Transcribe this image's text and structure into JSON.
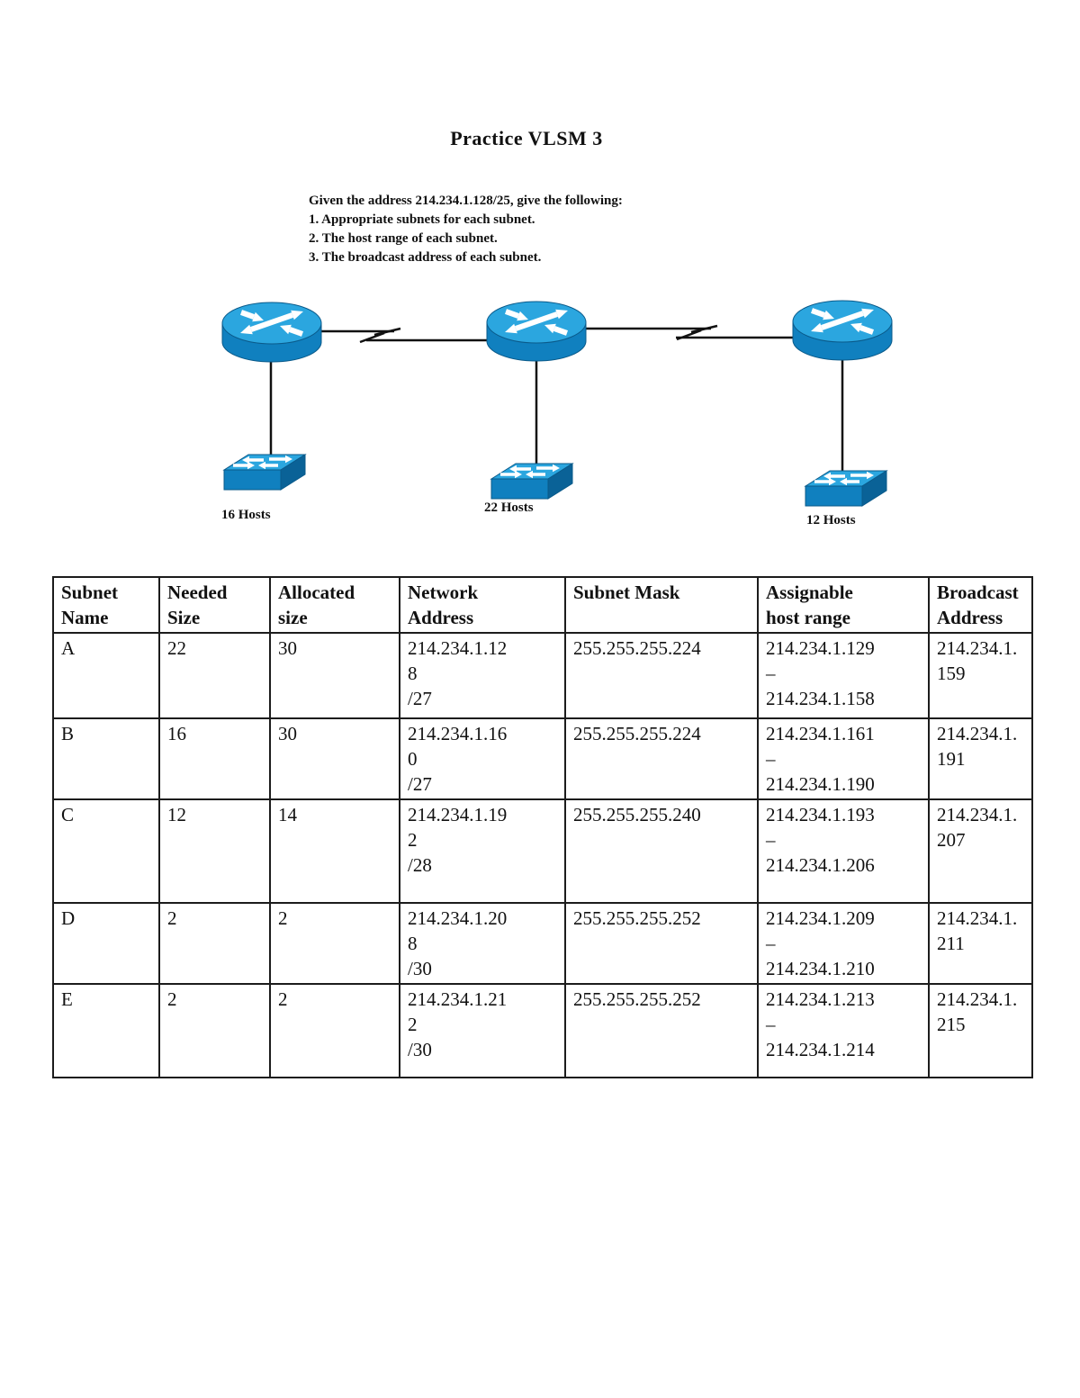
{
  "document": {
    "title": "Practice VLSM 3",
    "instructions": {
      "intro": "Given the address 214.234.1.128/25, give the following:",
      "item1": "1. Appropriate subnets for each subnet.",
      "item2": "2. The host range of each subnet.",
      "item3": "3. The broadcast address of each subnet."
    }
  },
  "diagram": {
    "lan_labels": {
      "lan1": "16 Hosts",
      "lan2": "22 Hosts",
      "lan3": "12 Hosts"
    },
    "colors": {
      "device_top_blue": "#2ba6df",
      "device_body_blue": "#1080bf",
      "device_side_blue": "#0a6297",
      "link_black": "#111111"
    }
  },
  "table": {
    "headers": {
      "subnet_name": {
        "line1": "Subnet",
        "line2": "Name"
      },
      "needed_size": {
        "line1": "Needed",
        "line2": "Size"
      },
      "allocated_size": {
        "line1": "Allocated",
        "line2": "size"
      },
      "network_address": {
        "line1": "Network",
        "line2": "Address"
      },
      "subnet_mask": {
        "line1": "Subnet Mask",
        "line2": ""
      },
      "host_range": {
        "line1": "Assignable",
        "line2": "host range"
      },
      "broadcast": {
        "line1": "Broadcast",
        "line2": "Address"
      }
    },
    "rows": [
      {
        "name": "A",
        "needed": "22",
        "allocated": "30",
        "network": "214.234.1.128",
        "prefix": "/27",
        "mask": "255.255.255.224",
        "range_start": "214.234.1.129",
        "range_separator": "–",
        "range_end": "214.234.1.158",
        "broadcast": "214.234.1.159"
      },
      {
        "name": "B",
        "needed": "16",
        "allocated": "30",
        "network": "214.234.1.160",
        "prefix": "/27",
        "mask": "255.255.255.224",
        "range_start": "214.234.1.161",
        "range_separator": "–",
        "range_end": "214.234.1.190",
        "broadcast": "214.234.1.191"
      },
      {
        "name": "C",
        "needed": "12",
        "allocated": "14",
        "network": "214.234.1.192",
        "prefix": "/28",
        "mask": "255.255.255.240",
        "range_start": "214.234.1.193",
        "range_separator": "–",
        "range_end": "214.234.1.206",
        "broadcast": "214.234.1.207"
      },
      {
        "name": "D",
        "needed": "2",
        "allocated": "2",
        "network": "214.234.1.208",
        "prefix": "/30",
        "mask": "255.255.255.252",
        "range_start": "214.234.1.209",
        "range_separator": "–",
        "range_end": "214.234.1.210",
        "broadcast": "214.234.1.211"
      },
      {
        "name": "E",
        "needed": "2",
        "allocated": "2",
        "network": "214.234.1.212",
        "prefix": "/30",
        "mask": "255.255.255.252",
        "range_start": "214.234.1.213",
        "range_separator": "–",
        "range_end": "214.234.1.214",
        "broadcast": "214.234.1.215"
      }
    ]
  }
}
